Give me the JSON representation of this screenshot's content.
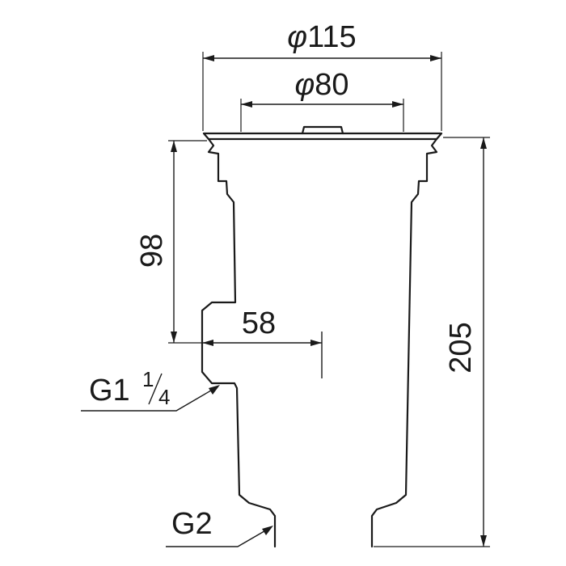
{
  "dimensions": {
    "outer_diameter": {
      "symbol": "φ",
      "value": "115"
    },
    "inner_diameter": {
      "symbol": "φ",
      "value": "80"
    },
    "upper_height": "98",
    "outlet_offset": "58",
    "total_height": "205"
  },
  "threads": {
    "side_outlet": {
      "prefix": "G1",
      "num": "1",
      "den": "4"
    },
    "bottom_outlet": "G2"
  }
}
